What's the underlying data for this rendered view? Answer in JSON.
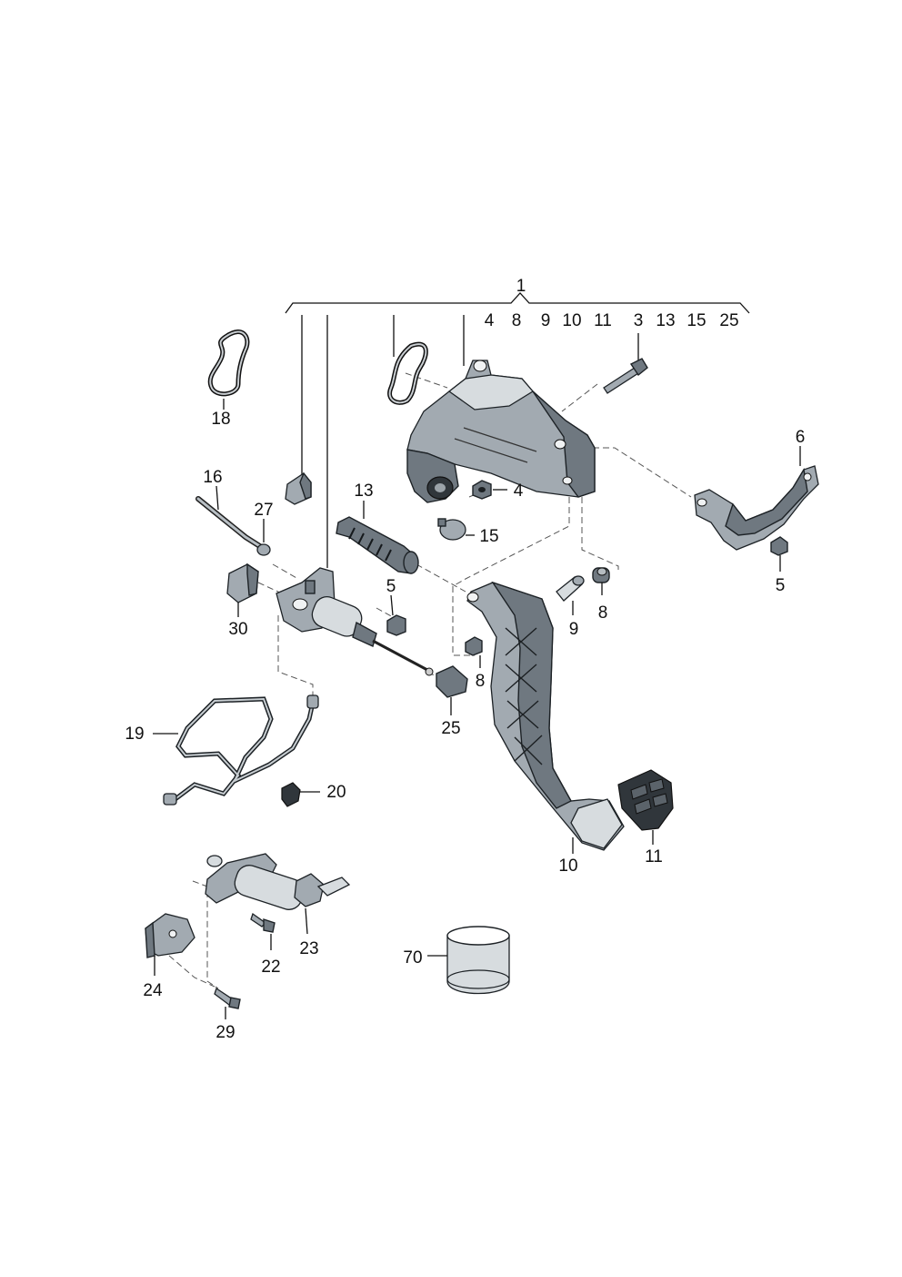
{
  "diagram": {
    "callouts": {
      "c1": "1",
      "c4_top": "4",
      "c8_top": "8",
      "c9_top": "9",
      "c10_top": "10",
      "c11_top": "11",
      "c3": "3",
      "c13_top": "13",
      "c15_top": "15",
      "c25_top": "25",
      "c18": "18",
      "c4": "4",
      "c6": "6",
      "c16": "16",
      "c27": "27",
      "c13": "13",
      "c15": "15",
      "c5_mid": "5",
      "c5_right": "5",
      "c30": "30",
      "c9": "9",
      "c8_right": "8",
      "c8_mid": "8",
      "c25": "25",
      "c19": "19",
      "c20": "20",
      "c10": "10",
      "c11": "11",
      "c23": "23",
      "c22": "22",
      "c24": "24",
      "c29": "29",
      "c70": "70"
    }
  }
}
